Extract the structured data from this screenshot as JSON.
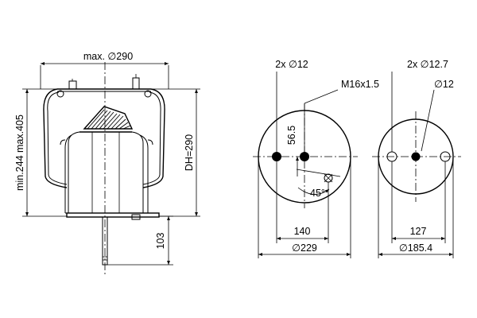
{
  "side_view": {
    "dim_top": "max. ∅290",
    "dim_left": "min.244 max.405",
    "dim_right": "DH=290",
    "dim_bottom": "103"
  },
  "top_plate": {
    "hole_spec": "2x ∅12",
    "thread_spec": "M16x1.5",
    "dim_vertical": "56.5",
    "dim_angle": "45°",
    "dim_spacing": "140",
    "dim_diameter": "∅229"
  },
  "bottom_plate": {
    "hole_spec": "2x ∅12.7",
    "center_spec": "∅12",
    "dim_spacing": "127",
    "dim_diameter": "∅185.4"
  }
}
